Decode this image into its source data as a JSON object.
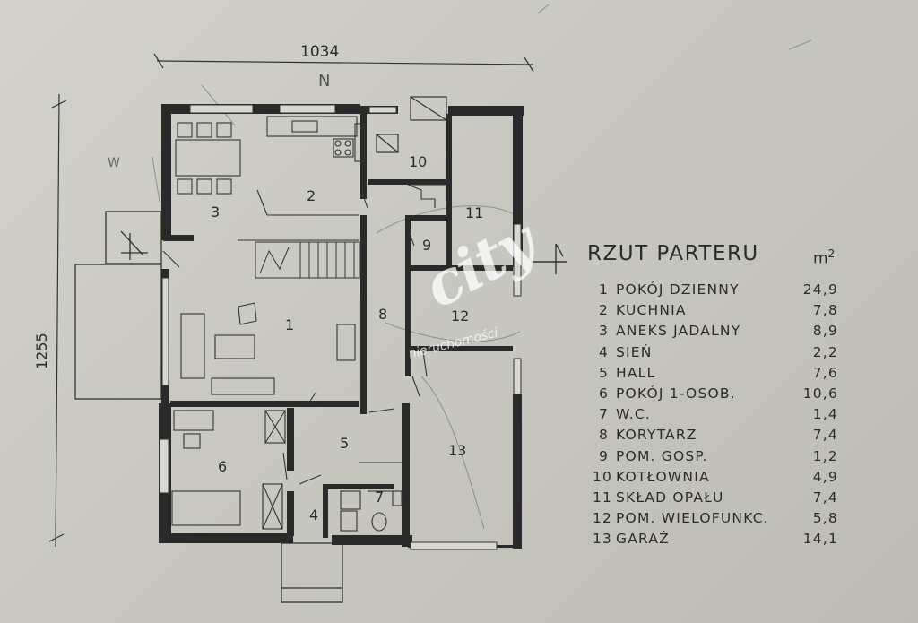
{
  "dimensions": {
    "width_label": "1034",
    "height_label": "1255"
  },
  "compass": {
    "north": "N",
    "west": "W"
  },
  "room_numbers": [
    "1",
    "2",
    "3",
    "4",
    "5",
    "6",
    "7",
    "8",
    "9",
    "10",
    "11",
    "12",
    "13"
  ],
  "legend": {
    "title": "RZUT PARTERU",
    "unit": "m",
    "unit_exp": "2",
    "rooms": [
      {
        "num": "1",
        "name": "POKÓJ DZIENNY",
        "area": "24,9"
      },
      {
        "num": "2",
        "name": "KUCHNIA",
        "area": "7,8"
      },
      {
        "num": "3",
        "name": "ANEKS JADALNY",
        "area": "8,9"
      },
      {
        "num": "4",
        "name": "SIEŃ",
        "area": "2,2"
      },
      {
        "num": "5",
        "name": "HALL",
        "area": "7,6"
      },
      {
        "num": "6",
        "name": "POKÓJ 1-OSOB.",
        "area": "10,6"
      },
      {
        "num": "7",
        "name": "W.C.",
        "area": "1,4"
      },
      {
        "num": "8",
        "name": "KORYTARZ",
        "area": "7,4"
      },
      {
        "num": "9",
        "name": "POM. GOSP.",
        "area": "1,2"
      },
      {
        "num": "10",
        "name": "KOTŁOWNIA",
        "area": "4,9"
      },
      {
        "num": "11",
        "name": "SKŁAD OPAŁU",
        "area": "7,4"
      },
      {
        "num": "12",
        "name": "POM. WIELOFUNKC.",
        "area": "5,8"
      },
      {
        "num": "13",
        "name": "GARAŻ",
        "area": "14,1"
      }
    ]
  },
  "watermark": {
    "main": "city",
    "sub": "nieruchomości"
  },
  "colors": {
    "wall": "#2a2a2a",
    "paper": "#cdccc5",
    "ink": "#2c2c2c"
  }
}
